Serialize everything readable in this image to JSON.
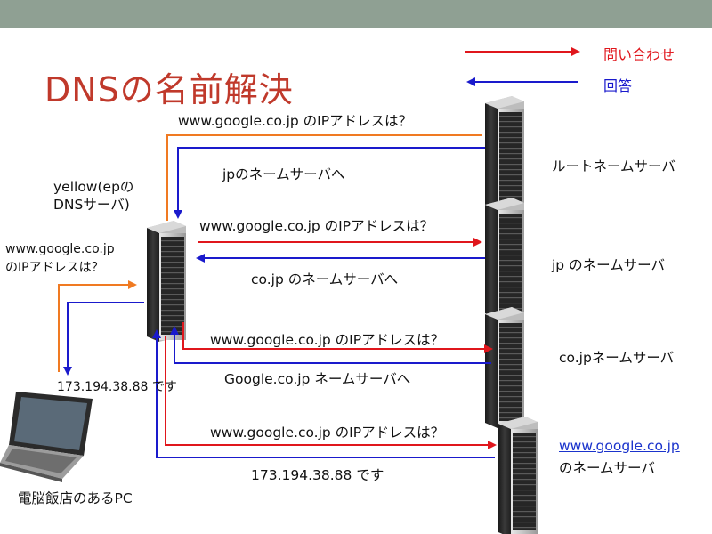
{
  "title": "DNSの名前解決",
  "legend": {
    "query": "問い合わせ",
    "answer": "回答"
  },
  "colors": {
    "query_red": "#e0161c",
    "answer_blue": "#1a1acc",
    "pc_orange": "#f07a22",
    "title": "#c0392b"
  },
  "nodes": {
    "resolver": {
      "line1": "yellow(epの",
      "line2": "DNSサーバ)"
    },
    "root": "ルートネームサーバ",
    "jp": "jp のネームサーバ",
    "cojp": "co.jpネームサーバ",
    "google": {
      "line1": "www.google.co.jp",
      "line2": "のネームサーバ"
    },
    "pc": "電脳飯店のあるPC"
  },
  "messages": {
    "q_root": "www.google.co.jp のIPアドレスは？",
    "a_root": "jpのネームサーバへ",
    "q_jp": "www.google.co.jp のIPアドレスは？",
    "a_jp": "co.jp のネームサーバへ",
    "q_cojp": "www.google.co.jp のIPアドレスは？",
    "a_cojp": "Google.co.jp ネームサーバへ",
    "q_google": "www.google.co.jp のIPアドレスは？",
    "a_google": "173.194.38.88 です",
    "pc_q1": "www.google.co.jp",
    "pc_q2": "のIPアドレスは？",
    "pc_a": "173.194.38.88 です"
  }
}
